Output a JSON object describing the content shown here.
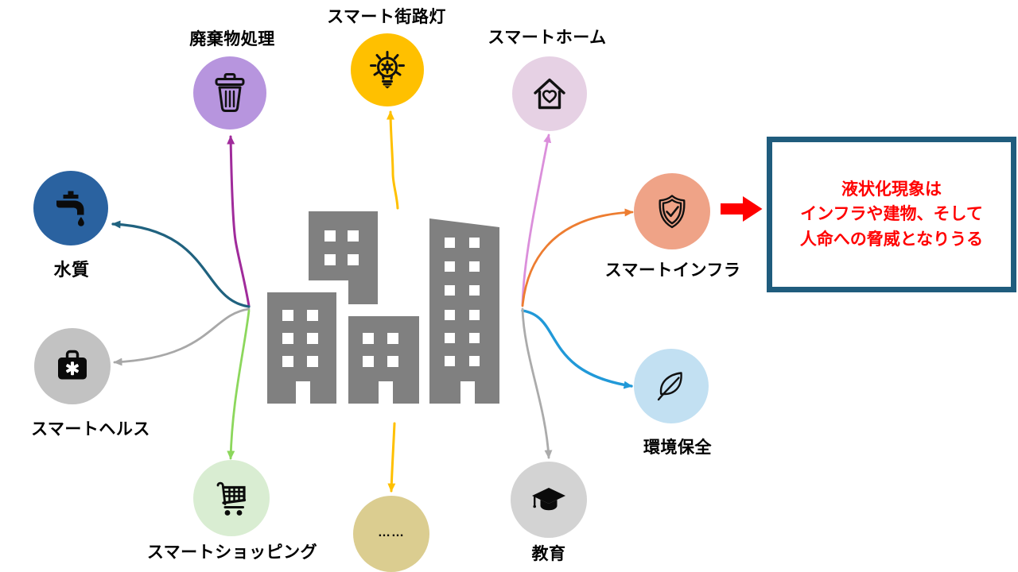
{
  "colors": {
    "background": "#FFFFFF",
    "building": "#808080",
    "icon": "#111111",
    "callout_border": "#1F5C7D",
    "callout_text": "#FF0000",
    "red_arrow": "#FF0000"
  },
  "center_icon": "city-buildings",
  "nodes": [
    {
      "id": "waste",
      "label": "廃棄物処理",
      "icon": "trash-icon",
      "circle_color": "#B795DE",
      "arrow_color": "#A02B9B"
    },
    {
      "id": "streetlight",
      "label": "スマート街路灯",
      "icon": "lightbulb-gear-icon",
      "circle_color": "#FFC000",
      "arrow_color": "#FFC000"
    },
    {
      "id": "home",
      "label": "スマートホーム",
      "icon": "house-heart-icon",
      "circle_color": "#E6D1E4",
      "arrow_color": "#DB8FDB"
    },
    {
      "id": "water",
      "label": "水質",
      "icon": "faucet-icon",
      "circle_color": "#2A62A0",
      "arrow_color": "#20627F"
    },
    {
      "id": "health",
      "label": "スマートヘルス",
      "icon": "medical-bag-icon",
      "circle_color": "#C2C2C2",
      "arrow_color": "#A8A8A8"
    },
    {
      "id": "shopping",
      "label": "スマートショッピング",
      "icon": "shopping-cart-icon",
      "circle_color": "#D9EDD2",
      "arrow_color": "#8CD75C"
    },
    {
      "id": "infrastructure",
      "label": "スマートインフラ",
      "icon": "shield-check-icon",
      "circle_color": "#EFA387",
      "arrow_color": "#ED7D31"
    },
    {
      "id": "environment",
      "label": "環境保全",
      "icon": "leaf-icon",
      "circle_color": "#C2E0F2",
      "arrow_color": "#2199D8"
    },
    {
      "id": "education",
      "label": "教育",
      "icon": "graduation-cap-icon",
      "circle_color": "#D3D3D3",
      "arrow_color": "#ABABAB"
    },
    {
      "id": "etc",
      "label": "……",
      "icon": "ellipsis",
      "circle_color": "#DBCD90",
      "arrow_color": "#FFC000"
    }
  ],
  "callout": {
    "lines": [
      "液状化現象は",
      "インフラや建物、そして",
      "人命への脅威となりうる"
    ]
  }
}
